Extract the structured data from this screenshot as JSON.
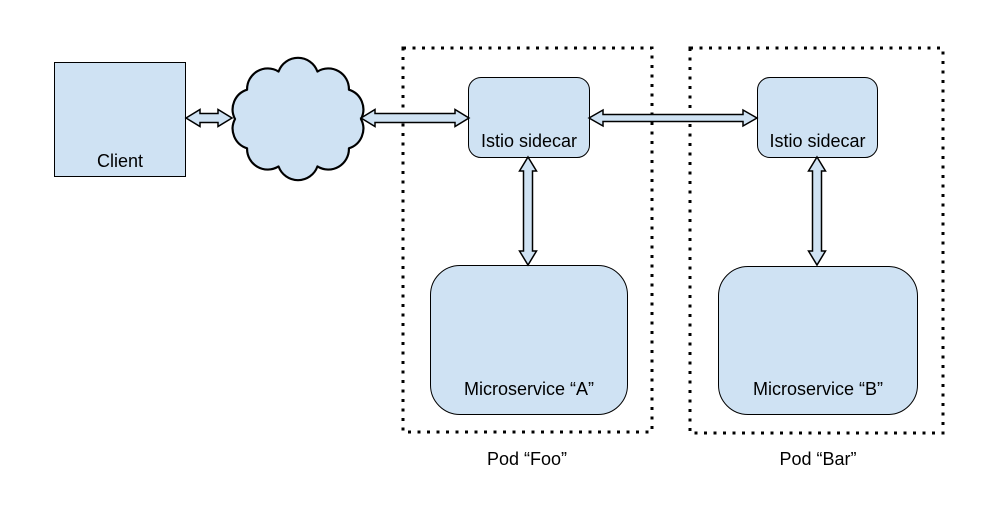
{
  "palette": {
    "shape_fill": "#cfe2f3",
    "shape_stroke": "#000000",
    "background": "#ffffff",
    "text_color": "#000000"
  },
  "diagram": {
    "client": {
      "label": "Client"
    },
    "pods": [
      {
        "label": "Pod “Foo”",
        "sidecar_label": "Istio sidecar",
        "microservice_label": "Microservice “A”"
      },
      {
        "label": "Pod “Bar”",
        "sidecar_label": "Istio sidecar",
        "microservice_label": "Microservice “B”"
      }
    ],
    "icons": {
      "cloud": "network-cloud"
    }
  }
}
